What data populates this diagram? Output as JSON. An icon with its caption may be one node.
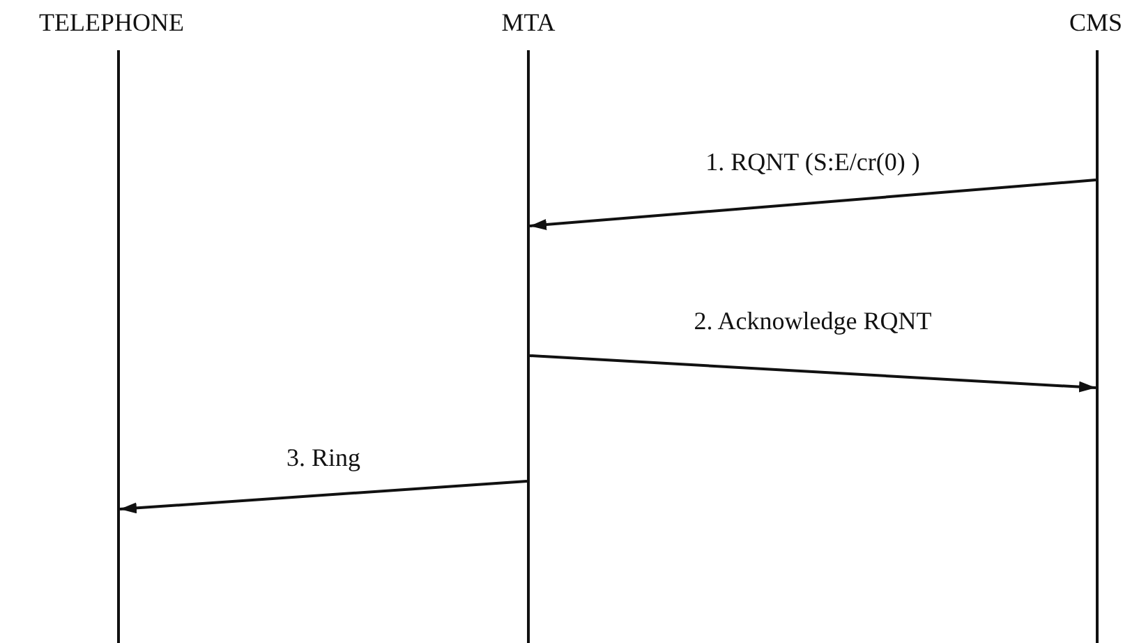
{
  "diagram": {
    "nodes": [
      {
        "text": [
          "TELEPHONE"
        ]
      },
      {
        "text": [
          "MTA"
        ]
      },
      {
        "text": [
          "CMS"
        ]
      }
    ],
    "edges": [
      {
        "from": 2,
        "to": 1,
        "arrow": "to",
        "label": "1. RQNT (S:E/cr(0) )"
      },
      {
        "from": 1,
        "to": 2,
        "arrow": "to",
        "label": "2. Acknowledge RQNT"
      },
      {
        "from": 1,
        "to": 0,
        "arrow": "to",
        "label": "3. Ring"
      }
    ]
  }
}
